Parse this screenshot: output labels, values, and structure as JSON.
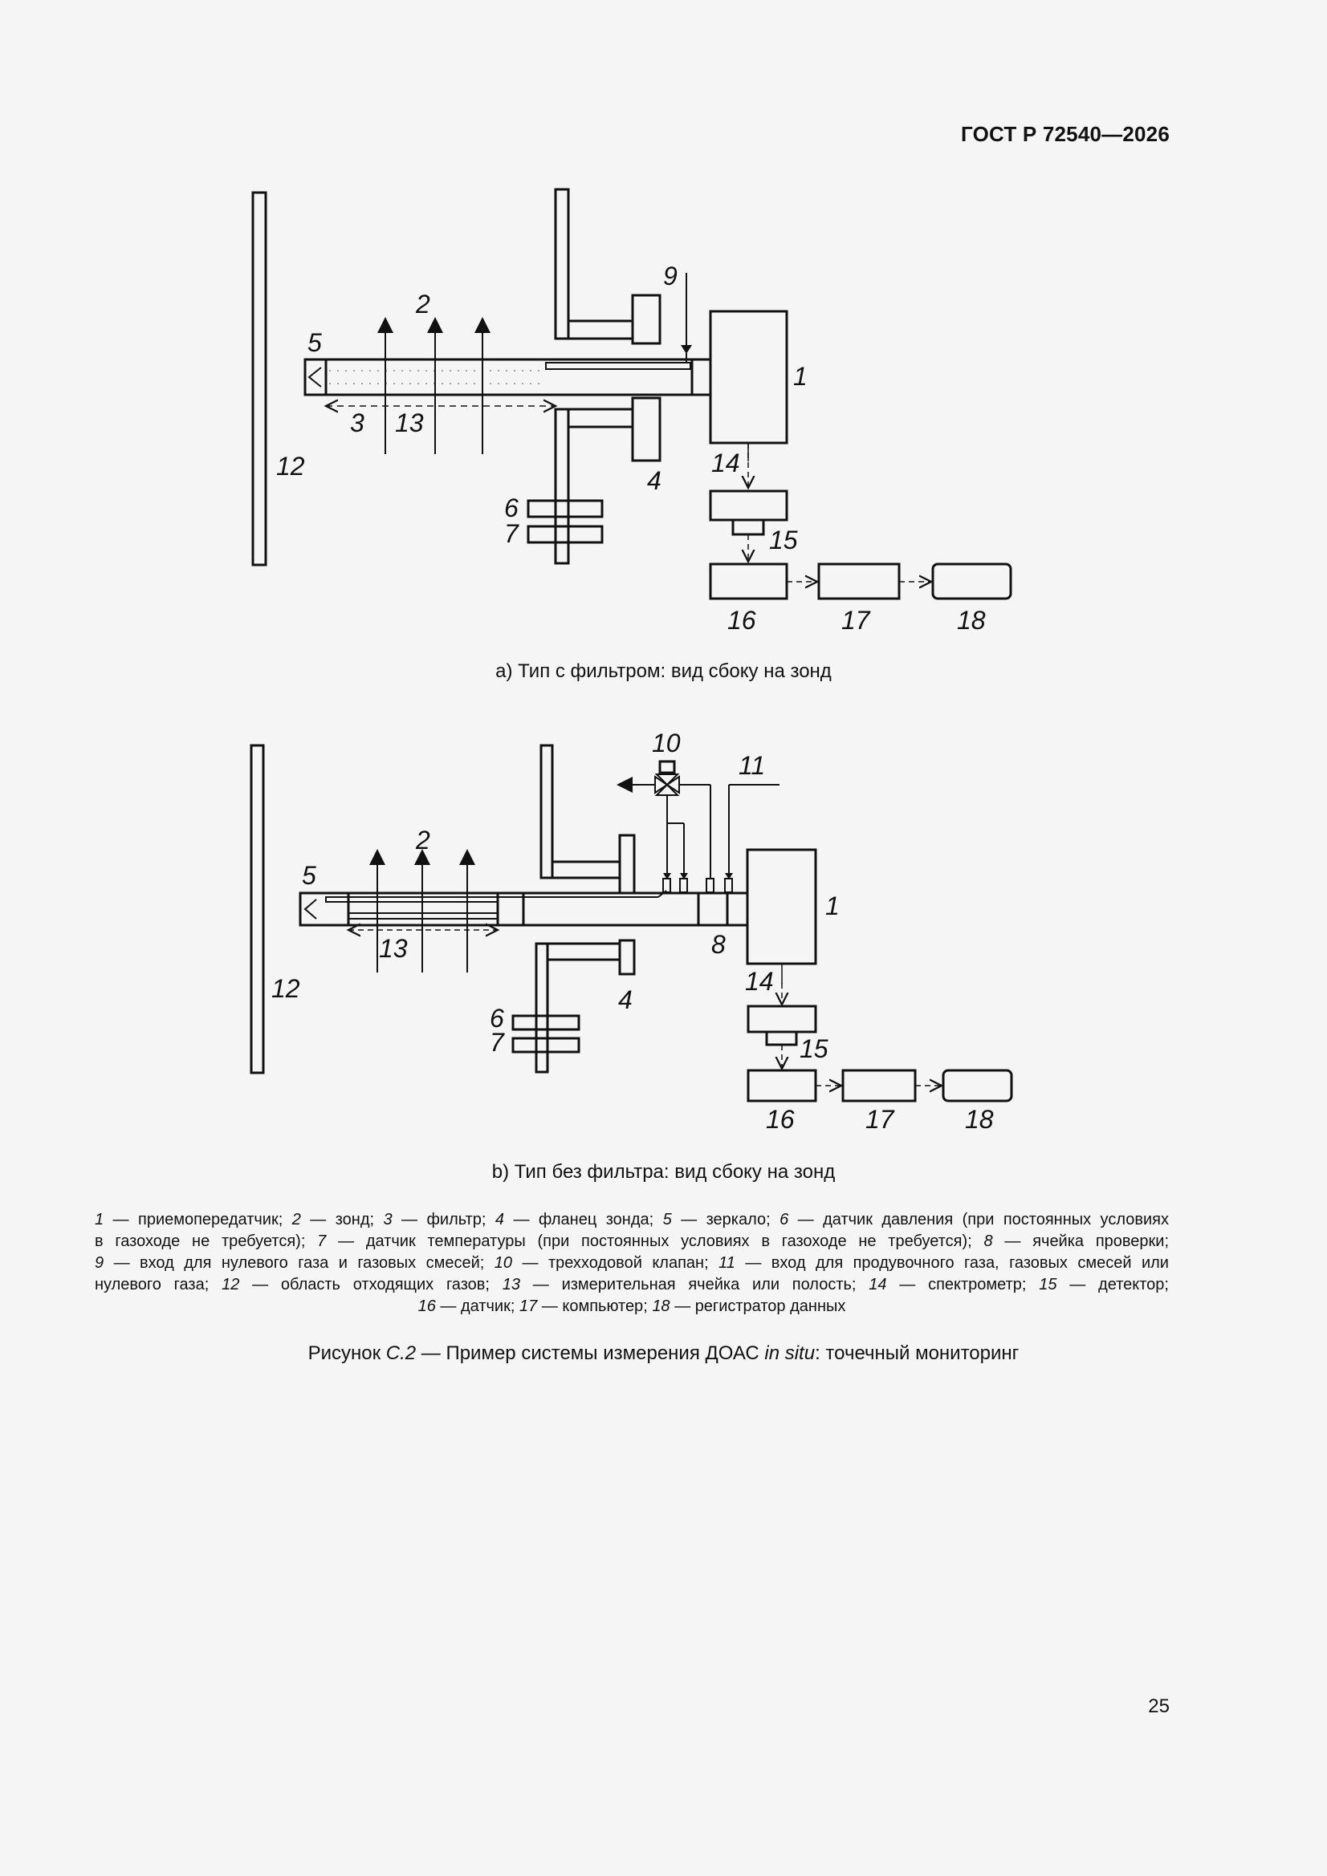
{
  "header": {
    "standard": "ГОСТ Р 72540—2026"
  },
  "figure_a": {
    "caption": "a) Тип с фильтром: вид сбоку на зонд",
    "labels": {
      "n1": "1",
      "n2": "2",
      "n3": "3",
      "n4": "4",
      "n5": "5",
      "n6": "6",
      "n7": "7",
      "n9": "9",
      "n12": "12",
      "n13": "13",
      "n14": "14",
      "n15": "15",
      "n16": "16",
      "n17": "17",
      "n18": "18"
    }
  },
  "figure_b": {
    "caption": "b) Тип без фильтра: вид сбоку на зонд",
    "labels": {
      "n1": "1",
      "n2": "2",
      "n4": "4",
      "n5": "5",
      "n6": "6",
      "n7": "7",
      "n8": "8",
      "n10": "10",
      "n11": "11",
      "n12": "12",
      "n13": "13",
      "n14": "14",
      "n15": "15",
      "n16": "16",
      "n17": "17",
      "n18": "18"
    }
  },
  "legend": {
    "items": [
      {
        "num": "1",
        "text": "приемопередатчик"
      },
      {
        "num": "2",
        "text": "зонд"
      },
      {
        "num": "3",
        "text": "фильтр"
      },
      {
        "num": "4",
        "text": "фланец зонда"
      },
      {
        "num": "5",
        "text": "зеркало"
      },
      {
        "num": "6",
        "text": "датчик давления (при постоянных условиях в газоходе не требуется)"
      },
      {
        "num": "7",
        "text": "датчик температуры (при постоянных условиях в газоходе не требуется)"
      },
      {
        "num": "8",
        "text": "ячейка проверки"
      },
      {
        "num": "9",
        "text": "вход для нулевого газа и газовых смесей"
      },
      {
        "num": "10",
        "text": "трехходовой клапан"
      },
      {
        "num": "11",
        "text": "вход для продувочного газа, газовых смесей или нулевого газа"
      },
      {
        "num": "12",
        "text": "область отходящих газов"
      },
      {
        "num": "13",
        "text": "измерительная ячейка или полость"
      },
      {
        "num": "14",
        "text": "спектрометр"
      },
      {
        "num": "15",
        "text": "детектор"
      },
      {
        "num": "16",
        "text": "датчик"
      },
      {
        "num": "17",
        "text": "компьютер"
      },
      {
        "num": "18",
        "text": "регистратор данных"
      }
    ]
  },
  "figure_title": {
    "prefix": "Рисунок ",
    "number": "С.2",
    "middle": " — Пример системы измерения ДОАС ",
    "italic": "in situ",
    "suffix": ": точечный мониторинг"
  },
  "page_number": "25"
}
